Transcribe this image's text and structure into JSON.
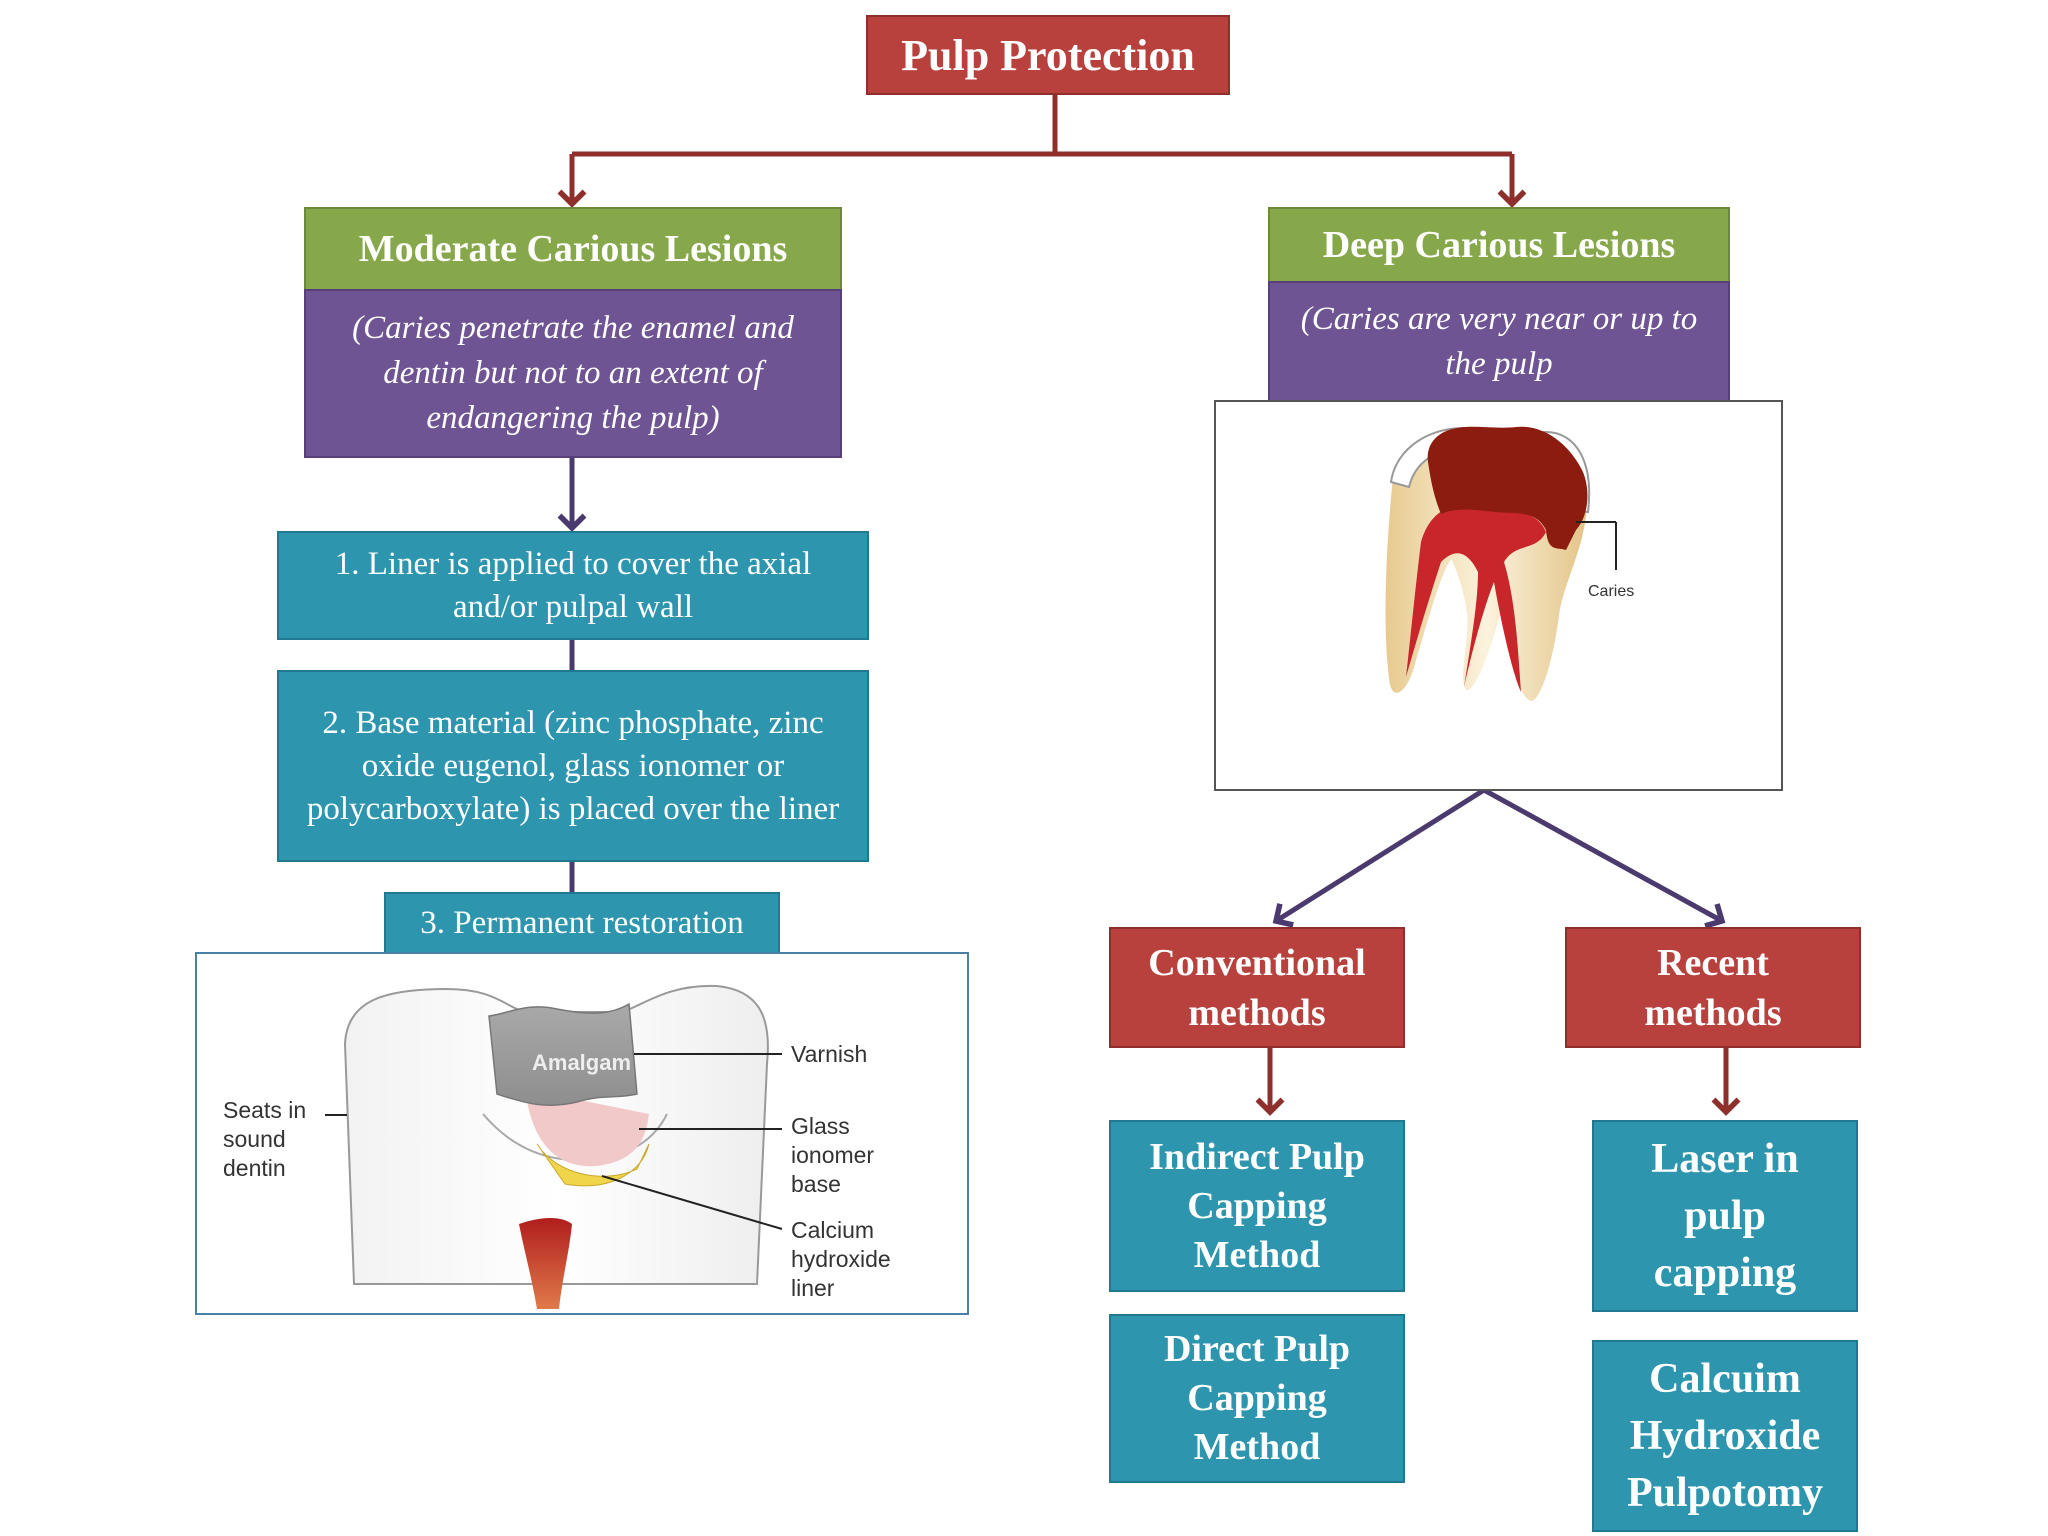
{
  "title": "Pulp Protection",
  "moderate": {
    "heading": "Moderate Carious Lesions",
    "description": "(Caries penetrate the enamel and dentin but not to an extent of endangering the pulp)",
    "steps": [
      "1. Liner is applied to cover the axial and/or pulpal wall",
      "2. Base material (zinc phosphate, zinc oxide eugenol, glass ionomer or polycarboxylate) is placed over the liner",
      "3. Permanent restoration"
    ],
    "figure": {
      "amalgam": "Amalgam",
      "seats": "Seats in sound dentin",
      "varnish": "Varnish",
      "glass": "Glass ionomer base",
      "calcium": "Calcium hydroxide liner"
    }
  },
  "deep": {
    "heading": "Deep Carious Lesions",
    "description": "(Caries are very near or up to the pulp",
    "figure": {
      "caries": "Caries"
    },
    "conventional": {
      "heading": "Conventional methods",
      "items": [
        "Indirect Pulp Capping Method",
        "Direct Pulp Capping Method"
      ]
    },
    "recent": {
      "heading": "Recent methods",
      "items": [
        "Laser in pulp capping",
        "Calcuim Hydroxide Pulpotomy"
      ]
    }
  },
  "colors": {
    "red": "#b8413d",
    "green": "#86a84a",
    "purple": "#6f5494",
    "teal": "#2e95ae",
    "connector_red": "#8e2f2b",
    "connector_purple": "#4b3a6e"
  }
}
